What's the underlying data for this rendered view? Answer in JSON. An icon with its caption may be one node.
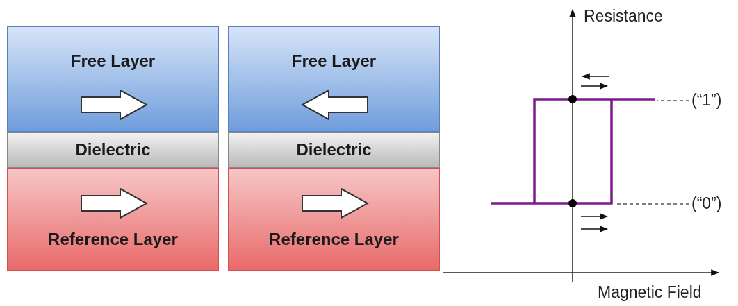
{
  "diagram": {
    "nodes": [
      {
        "text": [
          "Free Layer"
        ]
      },
      {
        "text": [
          "Dielectric"
        ]
      },
      {
        "text": [
          "Reference Layer"
        ]
      },
      {
        "text": [
          "Free Layer"
        ]
      },
      {
        "text": [
          "Dielectric"
        ]
      },
      {
        "text": [
          "Reference Layer"
        ]
      },
      {
        "text": [
          "(“1”)"
        ]
      },
      {
        "text": [
          "(“0”)"
        ]
      }
    ],
    "edges": [
      {
        "from": 6,
        "to": null,
        "arrow": "none",
        "style": "dashed"
      },
      {
        "from": 7,
        "to": null,
        "arrow": "none",
        "style": "dashed"
      }
    ],
    "labels": [
      "Resistance",
      "Magnetic Field"
    ]
  }
}
